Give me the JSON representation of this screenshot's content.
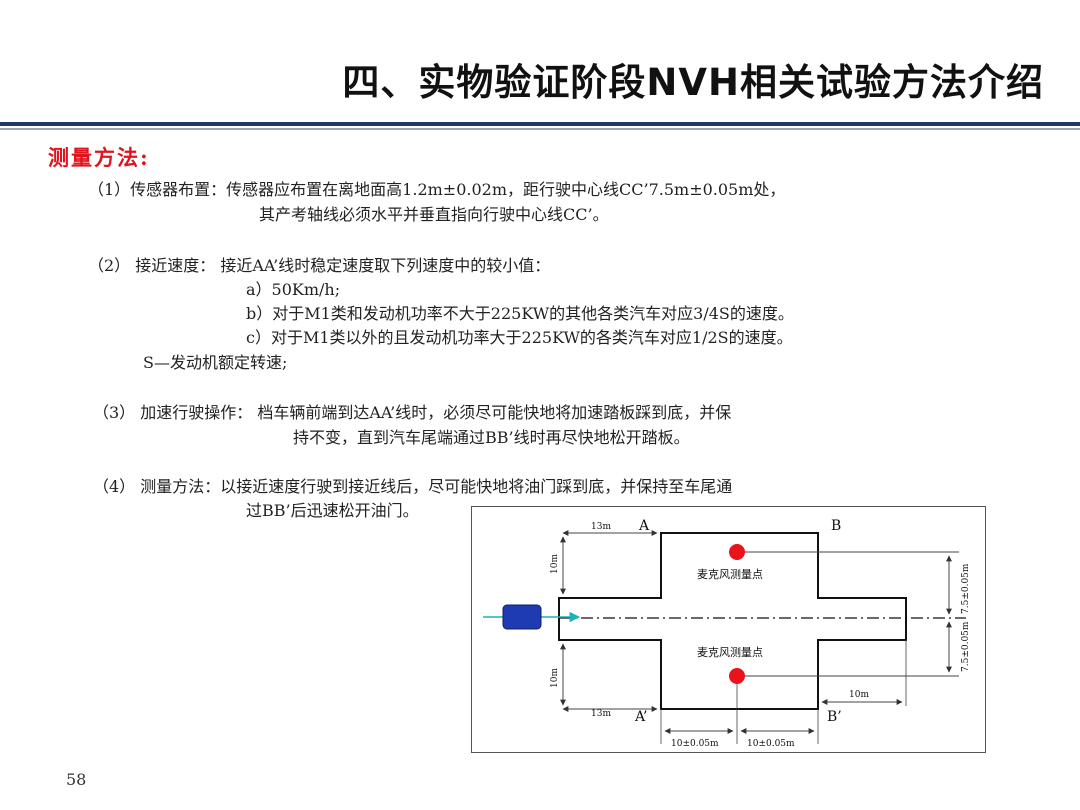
{
  "title": "四、实物验证阶段NVH相关试验方法介绍",
  "method_heading": "测量方法:",
  "lines": {
    "s1a": "（1）传感器布置：传感器应布置在离地面高1.2m±0.02m，距行驶中心线CC’7.5m±0.05m处，",
    "s1b": "其产考轴线必须水平并垂直指向行驶中心线CC’。",
    "s2a": "（2） 接近速度： 接近AA’线时稳定速度取下列速度中的较小值：",
    "s2b": "a）50Km/h;",
    "s2c": "b）对于M1类和发动机功率不大于225KW的其他各类汽车对应3/4S的速度。",
    "s2d": "c）对于M1类以外的且发动机功率大于225KW的各类汽车对应1/2S的速度。",
    "s2e": "S—发动机额定转速;",
    "s3a": "（3） 加速行驶操作： 档车辆前端到达AA’线时，必须尽可能快地将加速踏板踩到底，并保",
    "s3b": "持不变，直到汽车尾端通过BB’线时再尽快地松开踏板。",
    "s4a": "（4） 测量方法：以接近速度行驶到接近线后，尽可能快地将油门踩到底，并保持至车尾通",
    "s4b": "过BB’后迅速松开油门。"
  },
  "diagram": {
    "label_A": "A",
    "label_B": "B",
    "label_A_prime": "A’",
    "label_B_prime": "B’",
    "dim_13m_top": "13m",
    "dim_13m_bottom": "13m",
    "dim_10m_left_top": "10m",
    "dim_10m_left_bottom": "10m",
    "dim_10m_right": "10m",
    "dim_7_5_top": "7.5±0.05m",
    "dim_7_5_bottom": "7.5±0.05m",
    "dim_10_bottom_left": "10±0.05m",
    "dim_10_bottom_right": "10±0.05m",
    "mic_label_top": "麦克风测量点",
    "mic_label_bottom": "麦克风测量点"
  },
  "page_number": "58",
  "colors": {
    "title_rule": "#1f3864",
    "heading_red": "#e0141e",
    "mic_point": "#e8131b",
    "vehicle": "#1f3bb3",
    "arrow": "#19b3b8"
  }
}
